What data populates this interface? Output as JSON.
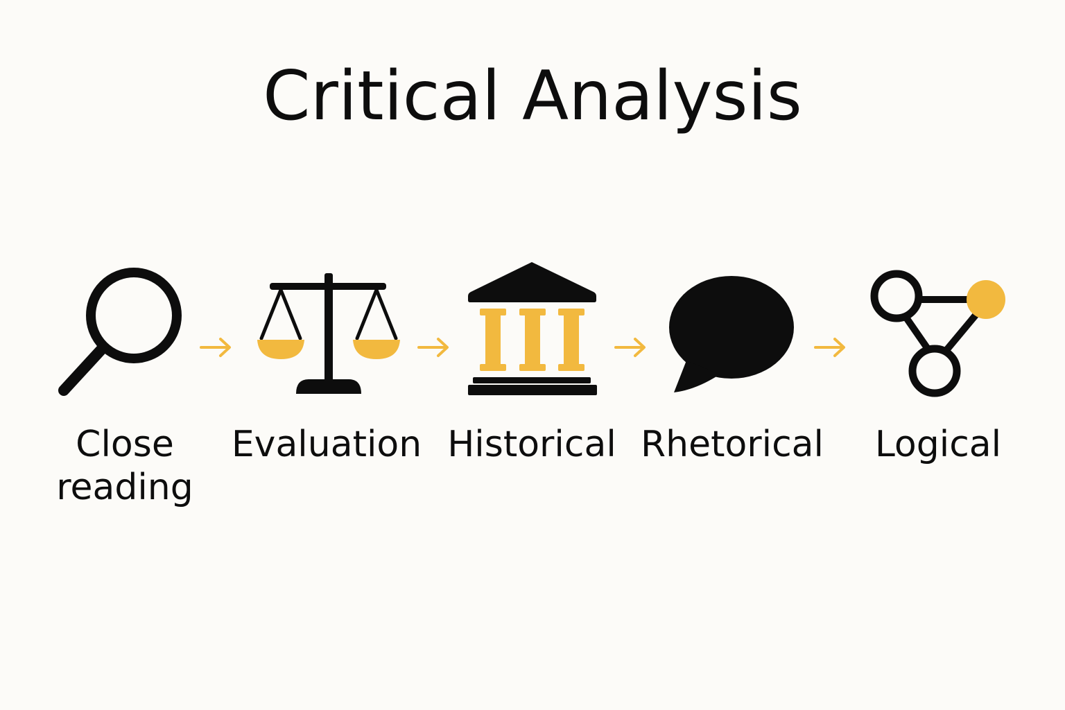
{
  "title": "Critical Analysis",
  "colors": {
    "background": "#fcfbf8",
    "icon": "#0d0d0d",
    "accent": "#f2b93f"
  },
  "steps": [
    {
      "label": "Close\nreading",
      "icon": "magnifying-glass-icon"
    },
    {
      "label": "Evaluation",
      "icon": "scales-icon"
    },
    {
      "label": "Historical",
      "icon": "classical-building-icon"
    },
    {
      "label": "Rhetorical",
      "icon": "speech-bubble-icon"
    },
    {
      "label": "Logical",
      "icon": "network-nodes-icon"
    }
  ]
}
